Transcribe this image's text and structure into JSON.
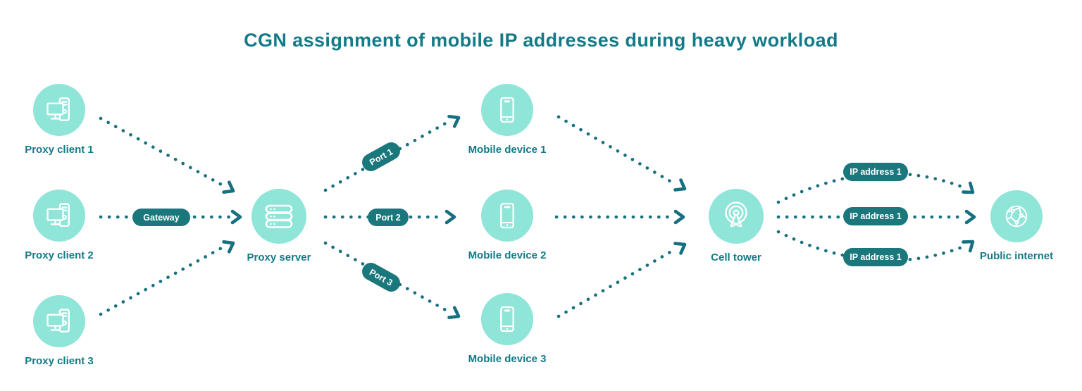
{
  "title": "CGN assignment of mobile IP addresses during heavy workload",
  "colors": {
    "title_text": "#147A87",
    "node_label_text": "#147A87",
    "node_circle_fill": "#8FE5D8",
    "icon_stroke": "#FFFFFF",
    "pill_background": "#1A777C",
    "pill_text": "#FFFFFF",
    "arrow_dots": "#15707F",
    "background": "#FFFFFF"
  },
  "nodes": [
    {
      "id": "proxy-client-1",
      "label": "Proxy client 1",
      "icon": "desktop-computer-icon"
    },
    {
      "id": "proxy-client-2",
      "label": "Proxy client 2",
      "icon": "desktop-computer-icon"
    },
    {
      "id": "proxy-client-3",
      "label": "Proxy client 3",
      "icon": "desktop-computer-icon"
    },
    {
      "id": "proxy-server",
      "label": "Proxy server",
      "icon": "server-icon"
    },
    {
      "id": "mobile-device-1",
      "label": "Mobile device 1",
      "icon": "smartphone-icon"
    },
    {
      "id": "mobile-device-2",
      "label": "Mobile device 2",
      "icon": "smartphone-icon"
    },
    {
      "id": "mobile-device-3",
      "label": "Mobile device 3",
      "icon": "smartphone-icon"
    },
    {
      "id": "cell-tower",
      "label": "Cell tower",
      "icon": "cell-tower-icon"
    },
    {
      "id": "public-internet",
      "label": "Public internet",
      "icon": "globe-icon"
    }
  ],
  "labels": {
    "gateway": "Gateway",
    "port_1": "Port 1",
    "port_2": "Port 2",
    "port_3": "Port 3",
    "ip_address_top": "IP address 1",
    "ip_address_middle": "IP address 1",
    "ip_address_bottom": "IP address 1"
  },
  "connections": [
    {
      "from": "proxy-client-1",
      "to": "proxy-server",
      "style": "dotted-arrow"
    },
    {
      "from": "proxy-client-2",
      "to": "proxy-server",
      "via": "Gateway",
      "style": "dotted-arrow"
    },
    {
      "from": "proxy-client-3",
      "to": "proxy-server",
      "style": "dotted-arrow"
    },
    {
      "from": "proxy-server",
      "to": "mobile-device-1",
      "via": "Port 1",
      "style": "dotted-arrow"
    },
    {
      "from": "proxy-server",
      "to": "mobile-device-2",
      "via": "Port 2",
      "style": "dotted-arrow"
    },
    {
      "from": "proxy-server",
      "to": "mobile-device-3",
      "via": "Port 3",
      "style": "dotted-arrow"
    },
    {
      "from": "mobile-device-1",
      "to": "cell-tower",
      "style": "dotted-arrow"
    },
    {
      "from": "mobile-device-2",
      "to": "cell-tower",
      "style": "dotted-arrow"
    },
    {
      "from": "mobile-device-3",
      "to": "cell-tower",
      "style": "dotted-arrow"
    },
    {
      "from": "cell-tower",
      "to": "public-internet",
      "via": "IP address 1",
      "style": "dotted-arrow"
    },
    {
      "from": "cell-tower",
      "to": "public-internet",
      "via": "IP address 1",
      "style": "dotted-arrow"
    },
    {
      "from": "cell-tower",
      "to": "public-internet",
      "via": "IP address 1",
      "style": "dotted-arrow"
    }
  ]
}
